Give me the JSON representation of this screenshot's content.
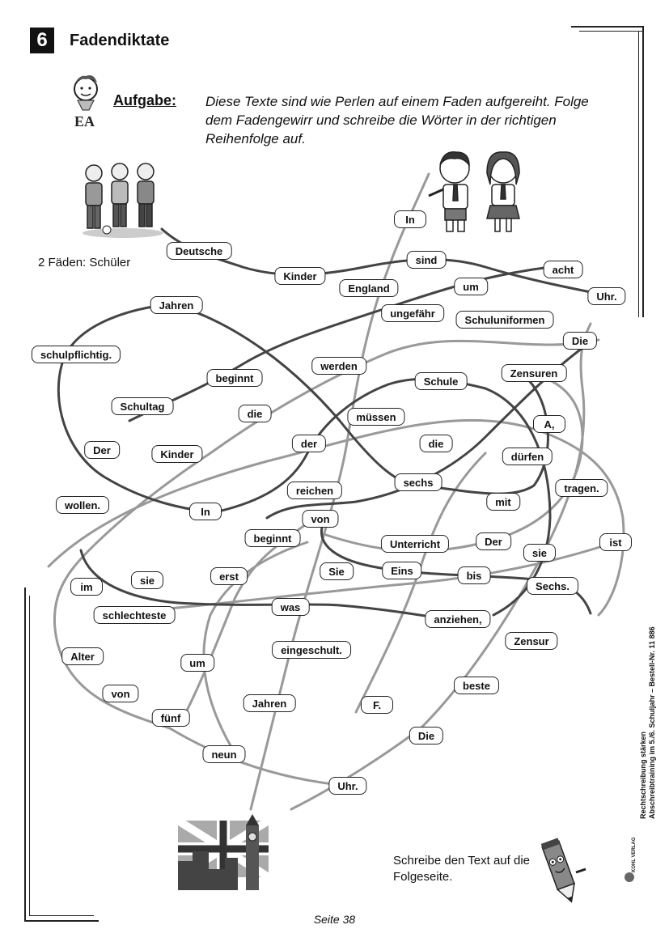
{
  "header": {
    "number": "6",
    "title": "Fadendiktate"
  },
  "task": {
    "label": "Aufgabe:",
    "text": "Diese Texte sind wie Perlen auf einem Faden aufgereiht. Folge dem Fadengewirr und schreibe die Wörter in der richtigen Reihenfolge auf."
  },
  "threads_note": "2 Fäden: Schüler",
  "words": [
    "In",
    "Deutsche",
    "sind",
    "acht",
    "Kinder",
    "England",
    "um",
    "Uhr.",
    "Jahren",
    "ungefähr",
    "Schuluniformen",
    "Die",
    "schulpflichtig.",
    "werden",
    "Schule",
    "Zensuren",
    "beginnt",
    "Schultag",
    "die",
    "müssen",
    "A,",
    "Der",
    "Kinder",
    "der",
    "die",
    "dürfen",
    "sechs",
    "tragen.",
    "wollen.",
    "In",
    "reichen",
    "mit",
    "von",
    "beginnt",
    "Unterricht",
    "Der",
    "ist",
    "sie",
    "im",
    "sie",
    "erst",
    "Sie",
    "Eins",
    "bis",
    "Sechs.",
    "schlechteste",
    "was",
    "anziehen,",
    "Zensur",
    "Alter",
    "um",
    "eingeschult.",
    "beste",
    "von",
    "Jahren",
    "F.",
    "fünf",
    "Die",
    "neun",
    "Uhr."
  ],
  "bottom_note": "Schreibe den Text auf die Folgeseite.",
  "side_text": {
    "line1": "Rechtschreibung stärken",
    "line2": "Abschreibtraining im 5./6. Schuljahr  –  Bestell-Nr. 11 886",
    "publisher": "KOHL VERLAG"
  },
  "page_label": "Seite 38",
  "icons": [
    "teacher-ea-icon",
    "three-kids-illustration",
    "school-kids-illustration",
    "london-illustration",
    "pencil-mascot-icon",
    "kohl-logo-icon"
  ]
}
